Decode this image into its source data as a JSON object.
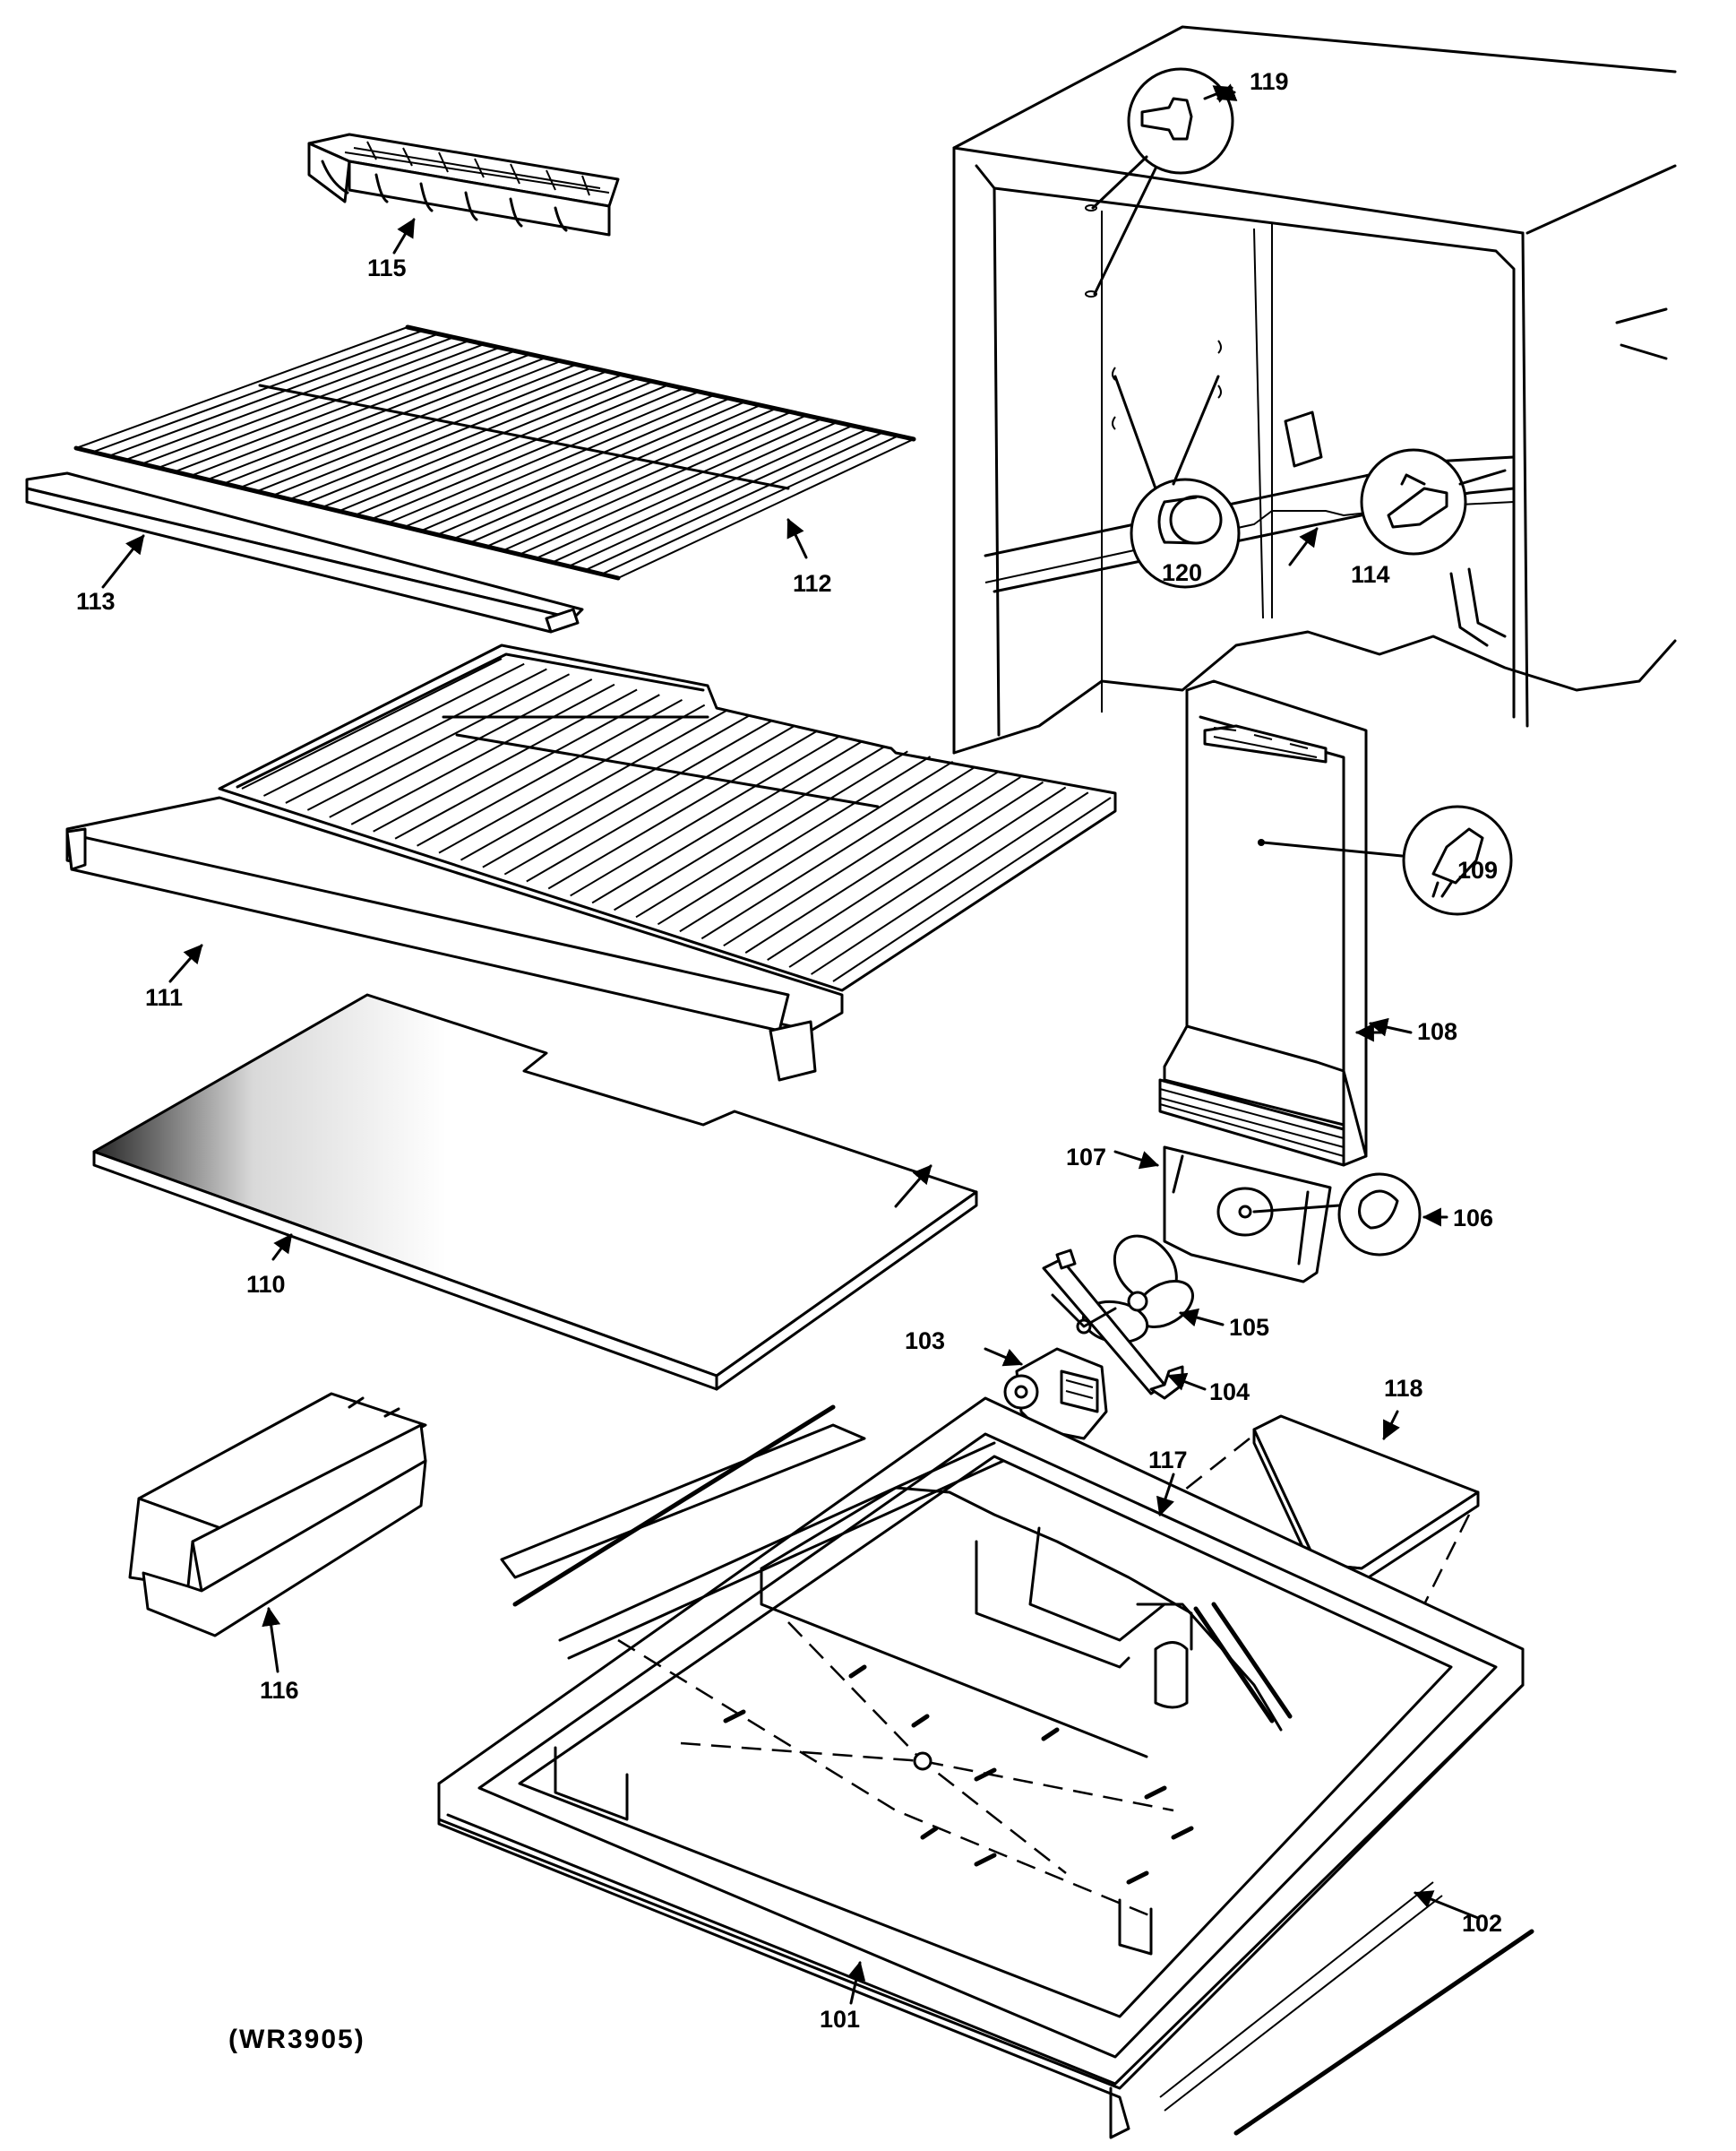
{
  "diagram": {
    "code": "(WR3905)",
    "parts": [
      {
        "id": "p101",
        "label": "101"
      },
      {
        "id": "p102",
        "label": "102"
      },
      {
        "id": "p103",
        "label": "103"
      },
      {
        "id": "p104",
        "label": "104"
      },
      {
        "id": "p105",
        "label": "105"
      },
      {
        "id": "p106",
        "label": "106"
      },
      {
        "id": "p107",
        "label": "107"
      },
      {
        "id": "p108",
        "label": "108"
      },
      {
        "id": "p109",
        "label": "109"
      },
      {
        "id": "p110",
        "label": "110"
      },
      {
        "id": "p111",
        "label": "111"
      },
      {
        "id": "p112",
        "label": "112"
      },
      {
        "id": "p113",
        "label": "113"
      },
      {
        "id": "p114",
        "label": "114"
      },
      {
        "id": "p115",
        "label": "115"
      },
      {
        "id": "p116",
        "label": "116"
      },
      {
        "id": "p117",
        "label": "117"
      },
      {
        "id": "p118",
        "label": "118"
      },
      {
        "id": "p119",
        "label": "119"
      },
      {
        "id": "p120",
        "label": "120"
      }
    ]
  }
}
